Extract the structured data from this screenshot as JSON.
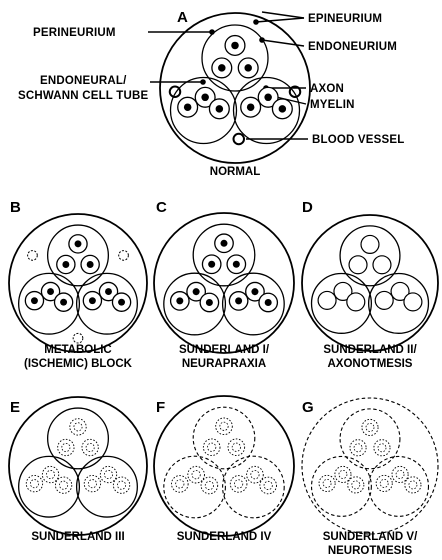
{
  "panel_a": {
    "letter": "A",
    "caption": "NORMAL",
    "labels": {
      "perineurium": "PERINEURIUM",
      "epineurium": "EPINEURIUM",
      "endoneurium": "ENDONEURIUM",
      "tube_line1": "ENDONEURAL/",
      "tube_line2": "SCHWANN CELL TUBE",
      "axon": "AXON",
      "myelin": "MYELIN",
      "blood_vessel": "BLOOD VESSEL"
    }
  },
  "panels": [
    {
      "letter": "B",
      "caption_lines": [
        "METABOLIC",
        "(ISCHEMIC) BLOCK"
      ]
    },
    {
      "letter": "C",
      "caption_lines": [
        "SUNDERLAND I/",
        "NEURAPRAXIA"
      ]
    },
    {
      "letter": "D",
      "caption_lines": [
        "SUNDERLAND II/",
        "AXONOTMESIS"
      ]
    },
    {
      "letter": "E",
      "caption_lines": [
        "SUNDERLAND III"
      ]
    },
    {
      "letter": "F",
      "caption_lines": [
        "SUNDERLAND IV"
      ]
    },
    {
      "letter": "G",
      "caption_lines": [
        "SUNDERLAND V/",
        "NEUROTMESIS"
      ]
    }
  ]
}
